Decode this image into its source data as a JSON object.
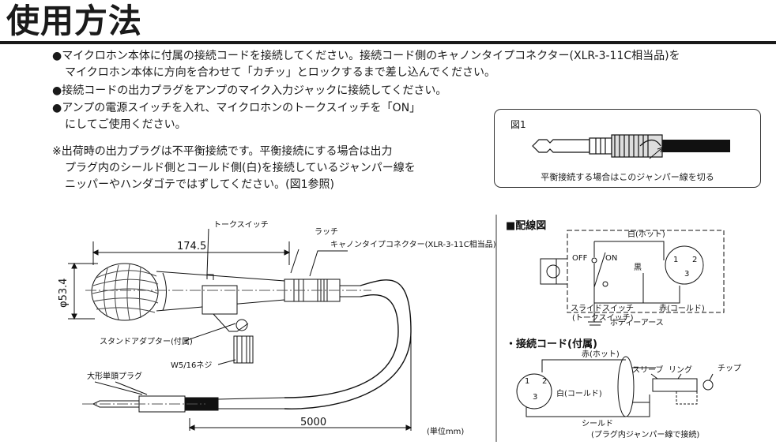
{
  "title": "使用方法",
  "instructions": [
    "●マイクロホン本体に付属の接続コードを接続してください。接続コード側のキャノンタイプコネクター(XLR-3-11C相当品)を",
    "マイクロホン本体に方向を合わせて「カチッ」とロックするまで差し込んでください。",
    "●接続コードの出力プラグをアンプのマイク入力ジャックに接続してください。",
    "●アンプの電源スイッチを入れ、マイクロホンのトークスイッチを「ON」",
    "にしてご使用ください。",
    "※出荷時の出力プラグは不平衡接続です。平衡接続にする場合は出力",
    "プラグ内のシールド側とコールド側(白)を接続しているジャンパー線を",
    "ニッパーやハンダゴテではずしてください。(図1参照)"
  ],
  "figure1": {
    "label": "図1",
    "caption": "平衡接続する場合はこのジャンパー線を切る"
  },
  "mic_diagram": {
    "talk_switch": "トークスイッチ",
    "latch": "ラッチ",
    "connector": "キャノンタイプコネクター(XLR-3-11C相当品)",
    "length": "174.5",
    "diameter": "φ53.4",
    "stand_adapter": "スタンドアダプター(付属)",
    "screw": "W5/16ネジ",
    "plug": "大形単頭プラグ",
    "cord_length": "5000",
    "unit": "(単位mm)"
  },
  "wiring": {
    "title": "■配線図",
    "hot": "白(ホット)",
    "off": "OFF",
    "on": "ON",
    "black": "黒",
    "pin1": "1",
    "pin2": "2",
    "pin3": "3",
    "slide_switch": "スライドスイッチ",
    "talk_switch": "(トークスイッチ)",
    "cold": "赤(コールド)",
    "body_earth": "ボディーアース"
  },
  "cord": {
    "title": "・接続コード(付属)",
    "hot": "赤(ホット)",
    "cold": "白(コールド)",
    "sleeve": "スリーブ",
    "ring": "リング",
    "tip": "チップ",
    "shield": "シールド",
    "jumper": "(プラグ内ジャンパー線で接続)",
    "pin1": "1",
    "pin2": "2",
    "pin3": "3"
  }
}
